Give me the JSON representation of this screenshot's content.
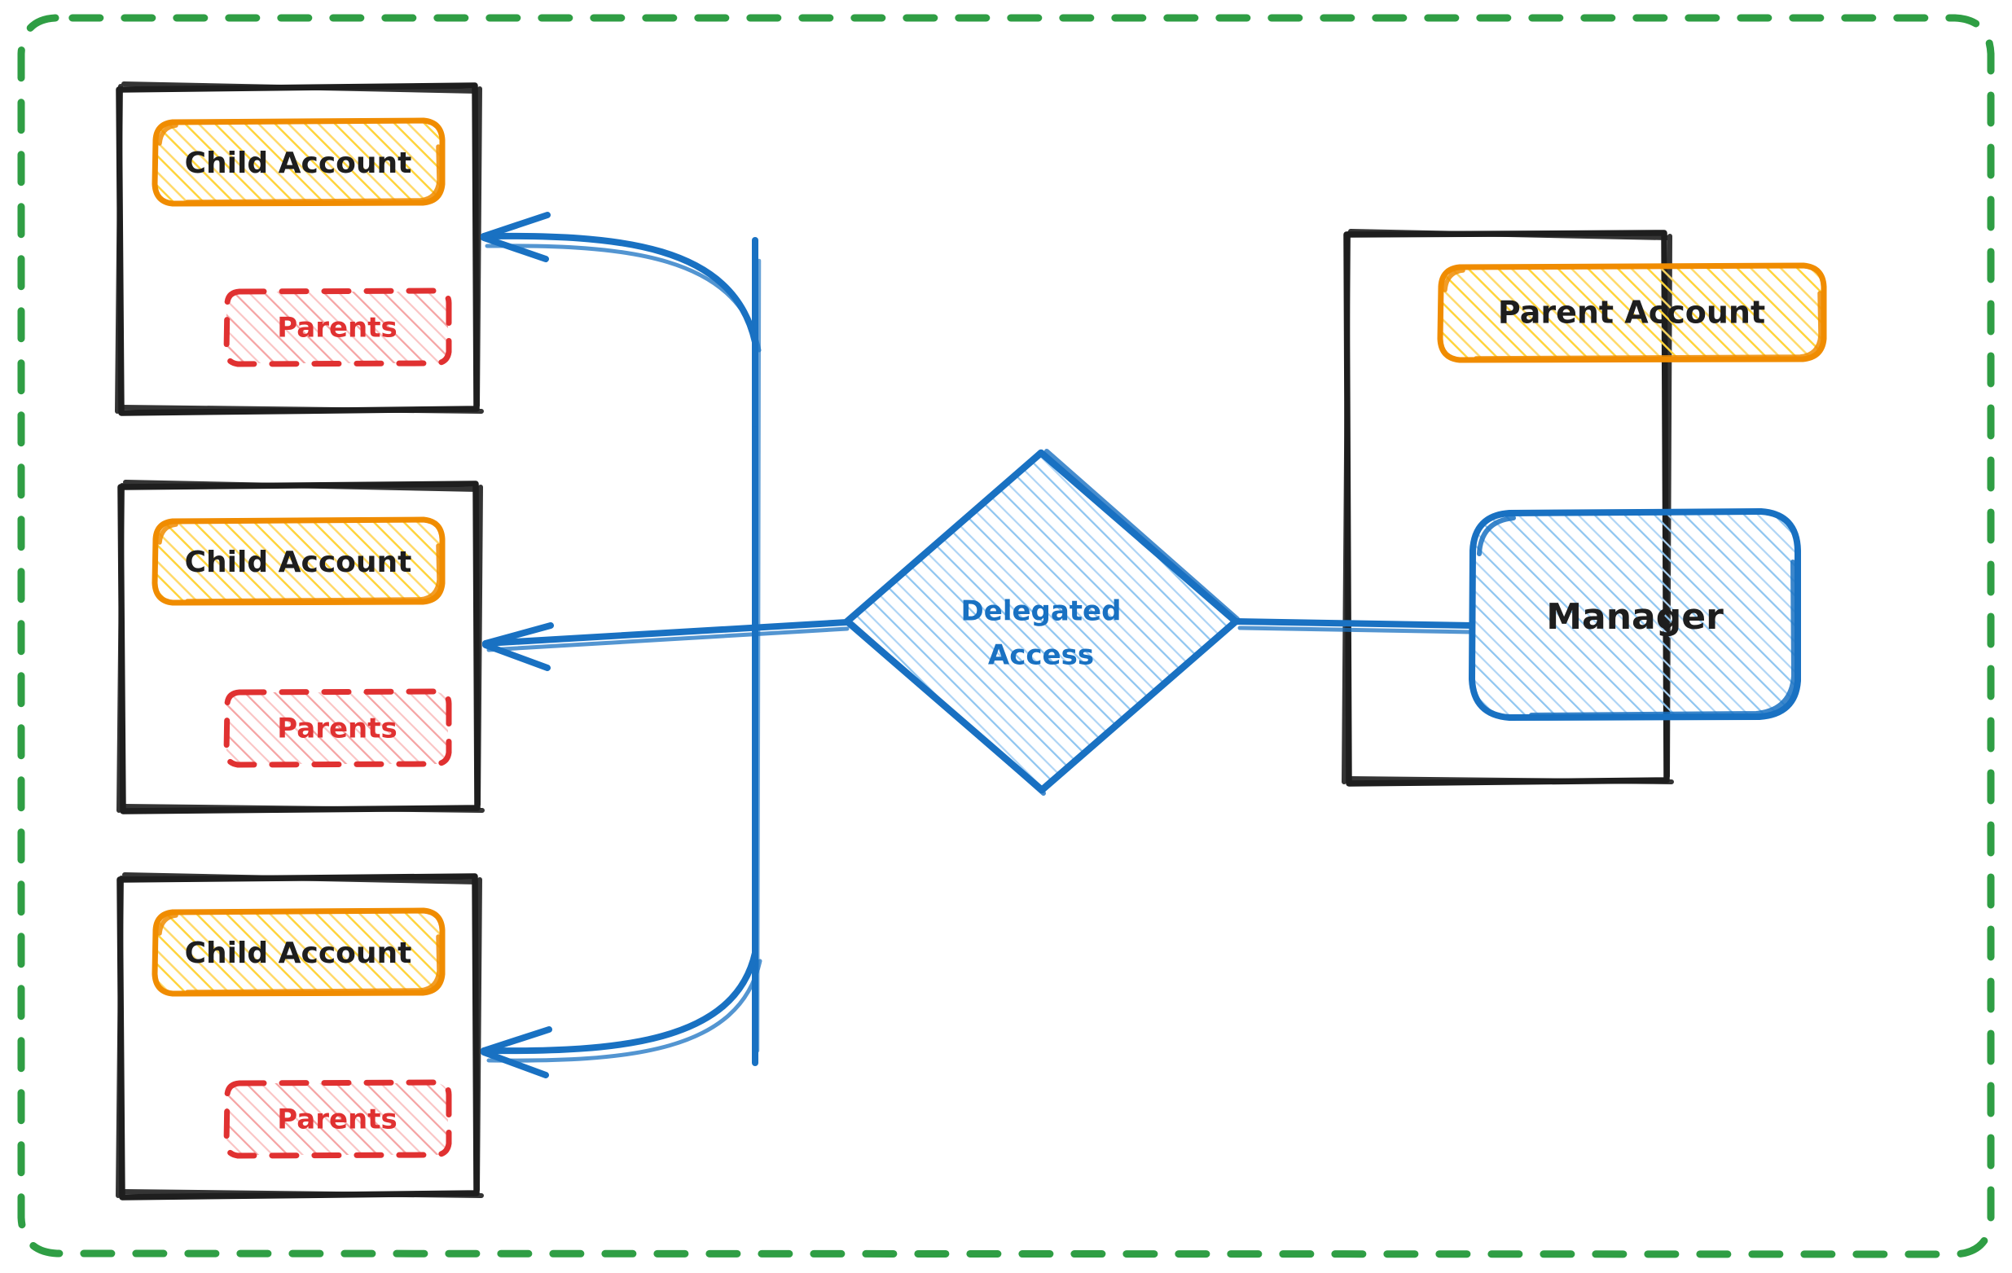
{
  "diagram": {
    "title": "Delegated Access",
    "boundary": {
      "name": "organization-boundary",
      "style": "dashed",
      "color": "#2f9e44"
    },
    "colors": {
      "boundary_green": "#2f9e44",
      "panel_black": "#1e1e1e",
      "account_orange": "#f08c00",
      "account_orange_fill": "#ffd43b",
      "parents_red": "#e03131",
      "parents_red_fill": "#f8a5a5",
      "blue_stroke": "#1971c2",
      "blue_fill": "#8ec5f0",
      "background": "#ffffff"
    },
    "child_panels": [
      {
        "name": "child-panel-1",
        "account_label": "Child Account",
        "parents_label": "Parents"
      },
      {
        "name": "child-panel-2",
        "account_label": "Child Account",
        "parents_label": "Parents"
      },
      {
        "name": "child-panel-3",
        "account_label": "Child Account",
        "parents_label": "Parents"
      }
    ],
    "decision": {
      "name": "delegated-access-diamond",
      "shape": "diamond",
      "line1": "Delegated",
      "line2": "Access"
    },
    "parent_panel": {
      "name": "parent-panel",
      "account_label": "Parent Account",
      "manager_label": "Manager"
    },
    "connections": [
      {
        "from": "delegated-access",
        "to": "child-panel-1",
        "direction": "arrow-left",
        "style": "curved"
      },
      {
        "from": "delegated-access",
        "to": "child-panel-2",
        "direction": "arrow-left",
        "style": "straight"
      },
      {
        "from": "delegated-access",
        "to": "child-panel-3",
        "direction": "arrow-left",
        "style": "curved"
      },
      {
        "from": "manager",
        "to": "delegated-access",
        "direction": "line",
        "style": "straight"
      }
    ]
  }
}
